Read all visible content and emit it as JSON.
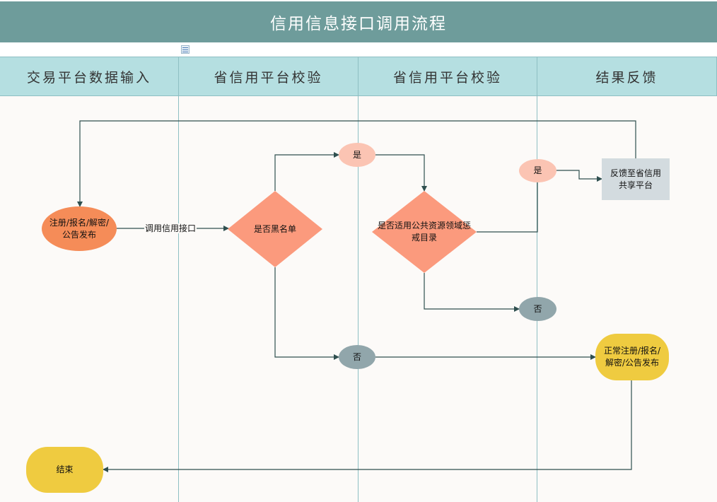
{
  "title": "信用信息接口调用流程",
  "lanes": [
    "交易平台数据输入",
    "省信用平台校验",
    "省信用平台校验",
    "结果反馈"
  ],
  "nodes": {
    "start": "注册/报名/解密/公告发布",
    "blacklist": "是否黑名单",
    "yes1": "是",
    "punish": "是否适用公共资源领域惩戒目录",
    "yes2": "是",
    "feedback": "反馈至省信用共享平台",
    "no1": "否",
    "no2": "否",
    "normal": "正常注册/报名/解密/公告发布",
    "end": "结束"
  },
  "edges": {
    "call_interface": "调用信用接口"
  },
  "colors": {
    "title_bg": "#6e9c9b",
    "lane_header": "#b5dfe1",
    "start": "#f58c58",
    "diamond": "#fb9a7d",
    "yes": "#fbc4b3",
    "no": "#91a6ab",
    "yellow": "#efcb40",
    "feedback": "#d3dbdf",
    "edge": "#2f4f4f"
  }
}
